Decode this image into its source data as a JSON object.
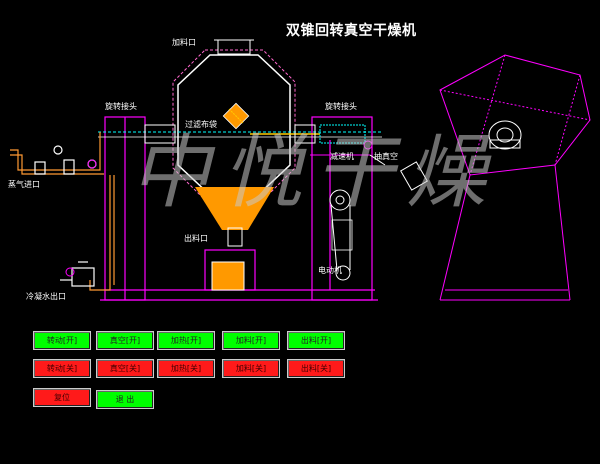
{
  "title": "双锥回转真空干燥机",
  "labels": {
    "feed_port": "加料口",
    "rotary_joint_left": "旋转接头",
    "rotary_joint_right": "旋转接头",
    "filter_bag": "过滤布袋",
    "reducer": "减速机",
    "vacuum": "抽真空",
    "steam_inlet": "蒸气进口",
    "discharge_port": "出料口",
    "motor": "电动机",
    "condensate_outlet": "冷凝水出口"
  },
  "watermark": "中悦干燥",
  "buttons": {
    "on_row": [
      "转动[开]",
      "真空[开]",
      "加热[开]",
      "加料[开]",
      "出料[开]"
    ],
    "off_row": [
      "转动[关]",
      "真空[关]",
      "加热[关]",
      "加料[关]",
      "出料[关]"
    ],
    "reset": "复位",
    "exit": "退  出"
  },
  "colors": {
    "frame": "#ff00ff",
    "vessel": "#ffffff",
    "product": "#ff9900",
    "pipe": "#ff9933",
    "dashed": "#00ffff",
    "button_on": "#00ff00",
    "button_off": "#ff1a1a"
  }
}
